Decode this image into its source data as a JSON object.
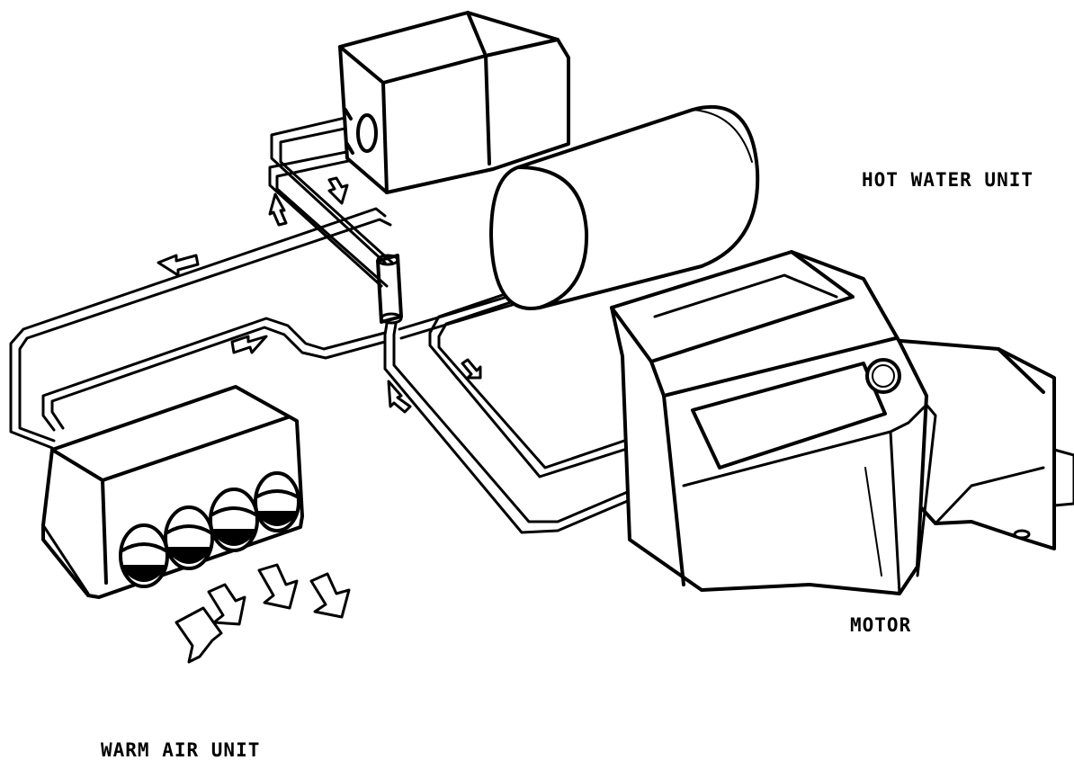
{
  "labels": {
    "hot_water_unit": "HOT WATER UNIT",
    "motor": "MOTOR",
    "warm_air_unit": "WARM AIR UNIT"
  },
  "colors": {
    "ink": "#000000",
    "paper": "#ffffff"
  }
}
